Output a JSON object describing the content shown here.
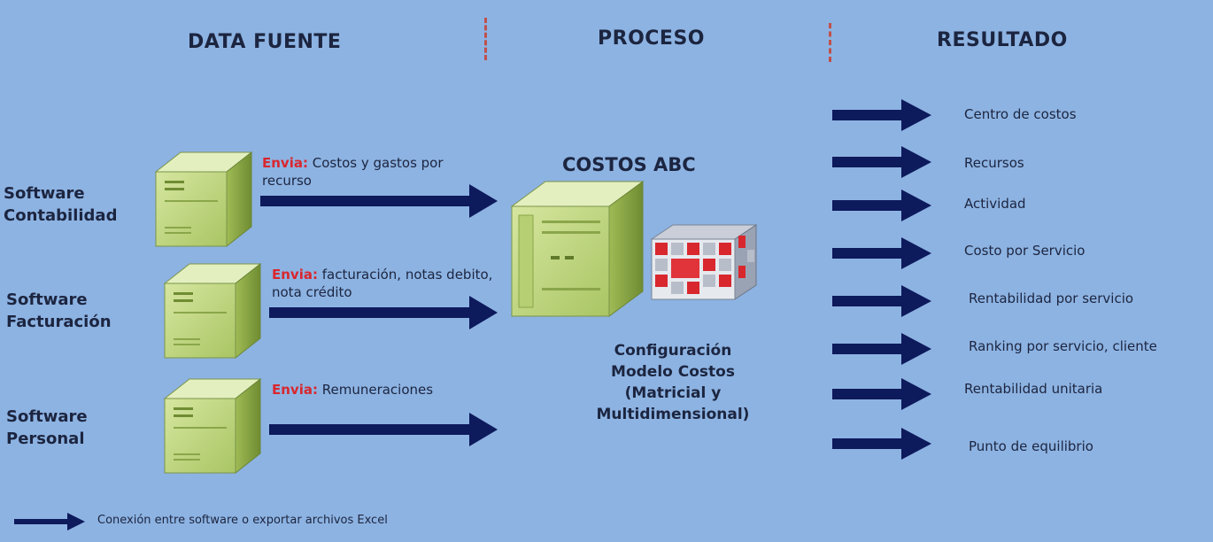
{
  "headers": {
    "data_fuente": "DATA FUENTE",
    "proceso": "PROCESO",
    "resultado": "RESULTADO"
  },
  "sources": [
    {
      "line1": "Software",
      "line2": "Contabilidad",
      "send_keyword": "Envia:",
      "send_text": " Costos y gastos por recurso"
    },
    {
      "line1": "Software",
      "line2": "Facturación",
      "send_keyword": "Envia:",
      "send_text": " facturación, notas debito, nota crédito"
    },
    {
      "line1": "Software",
      "line2": "Personal",
      "send_keyword": "Envia:",
      "send_text": " Remuneraciones"
    }
  ],
  "process": {
    "title": "COSTOS ABC",
    "config_line1": "Configuración",
    "config_line2": "Modelo Costos",
    "config_line3": "(Matricial y",
    "config_line4": "Multidimensional)"
  },
  "results": [
    "Centro de costos",
    "Recursos",
    "Actividad",
    "Costo por Servicio",
    "Rentabilidad por servicio",
    "Ranking por servicio, cliente",
    "Rentabilidad unitaria",
    "Punto de equilibrio"
  ],
  "legend": {
    "text": "Conexión entre software o exportar archivos Excel"
  },
  "colors": {
    "background": "#8db3e2",
    "arrow": "#0d1a5c",
    "server_light": "#c9dc8c",
    "server_dark": "#8aa64a",
    "accent_red": "#d9272e"
  }
}
